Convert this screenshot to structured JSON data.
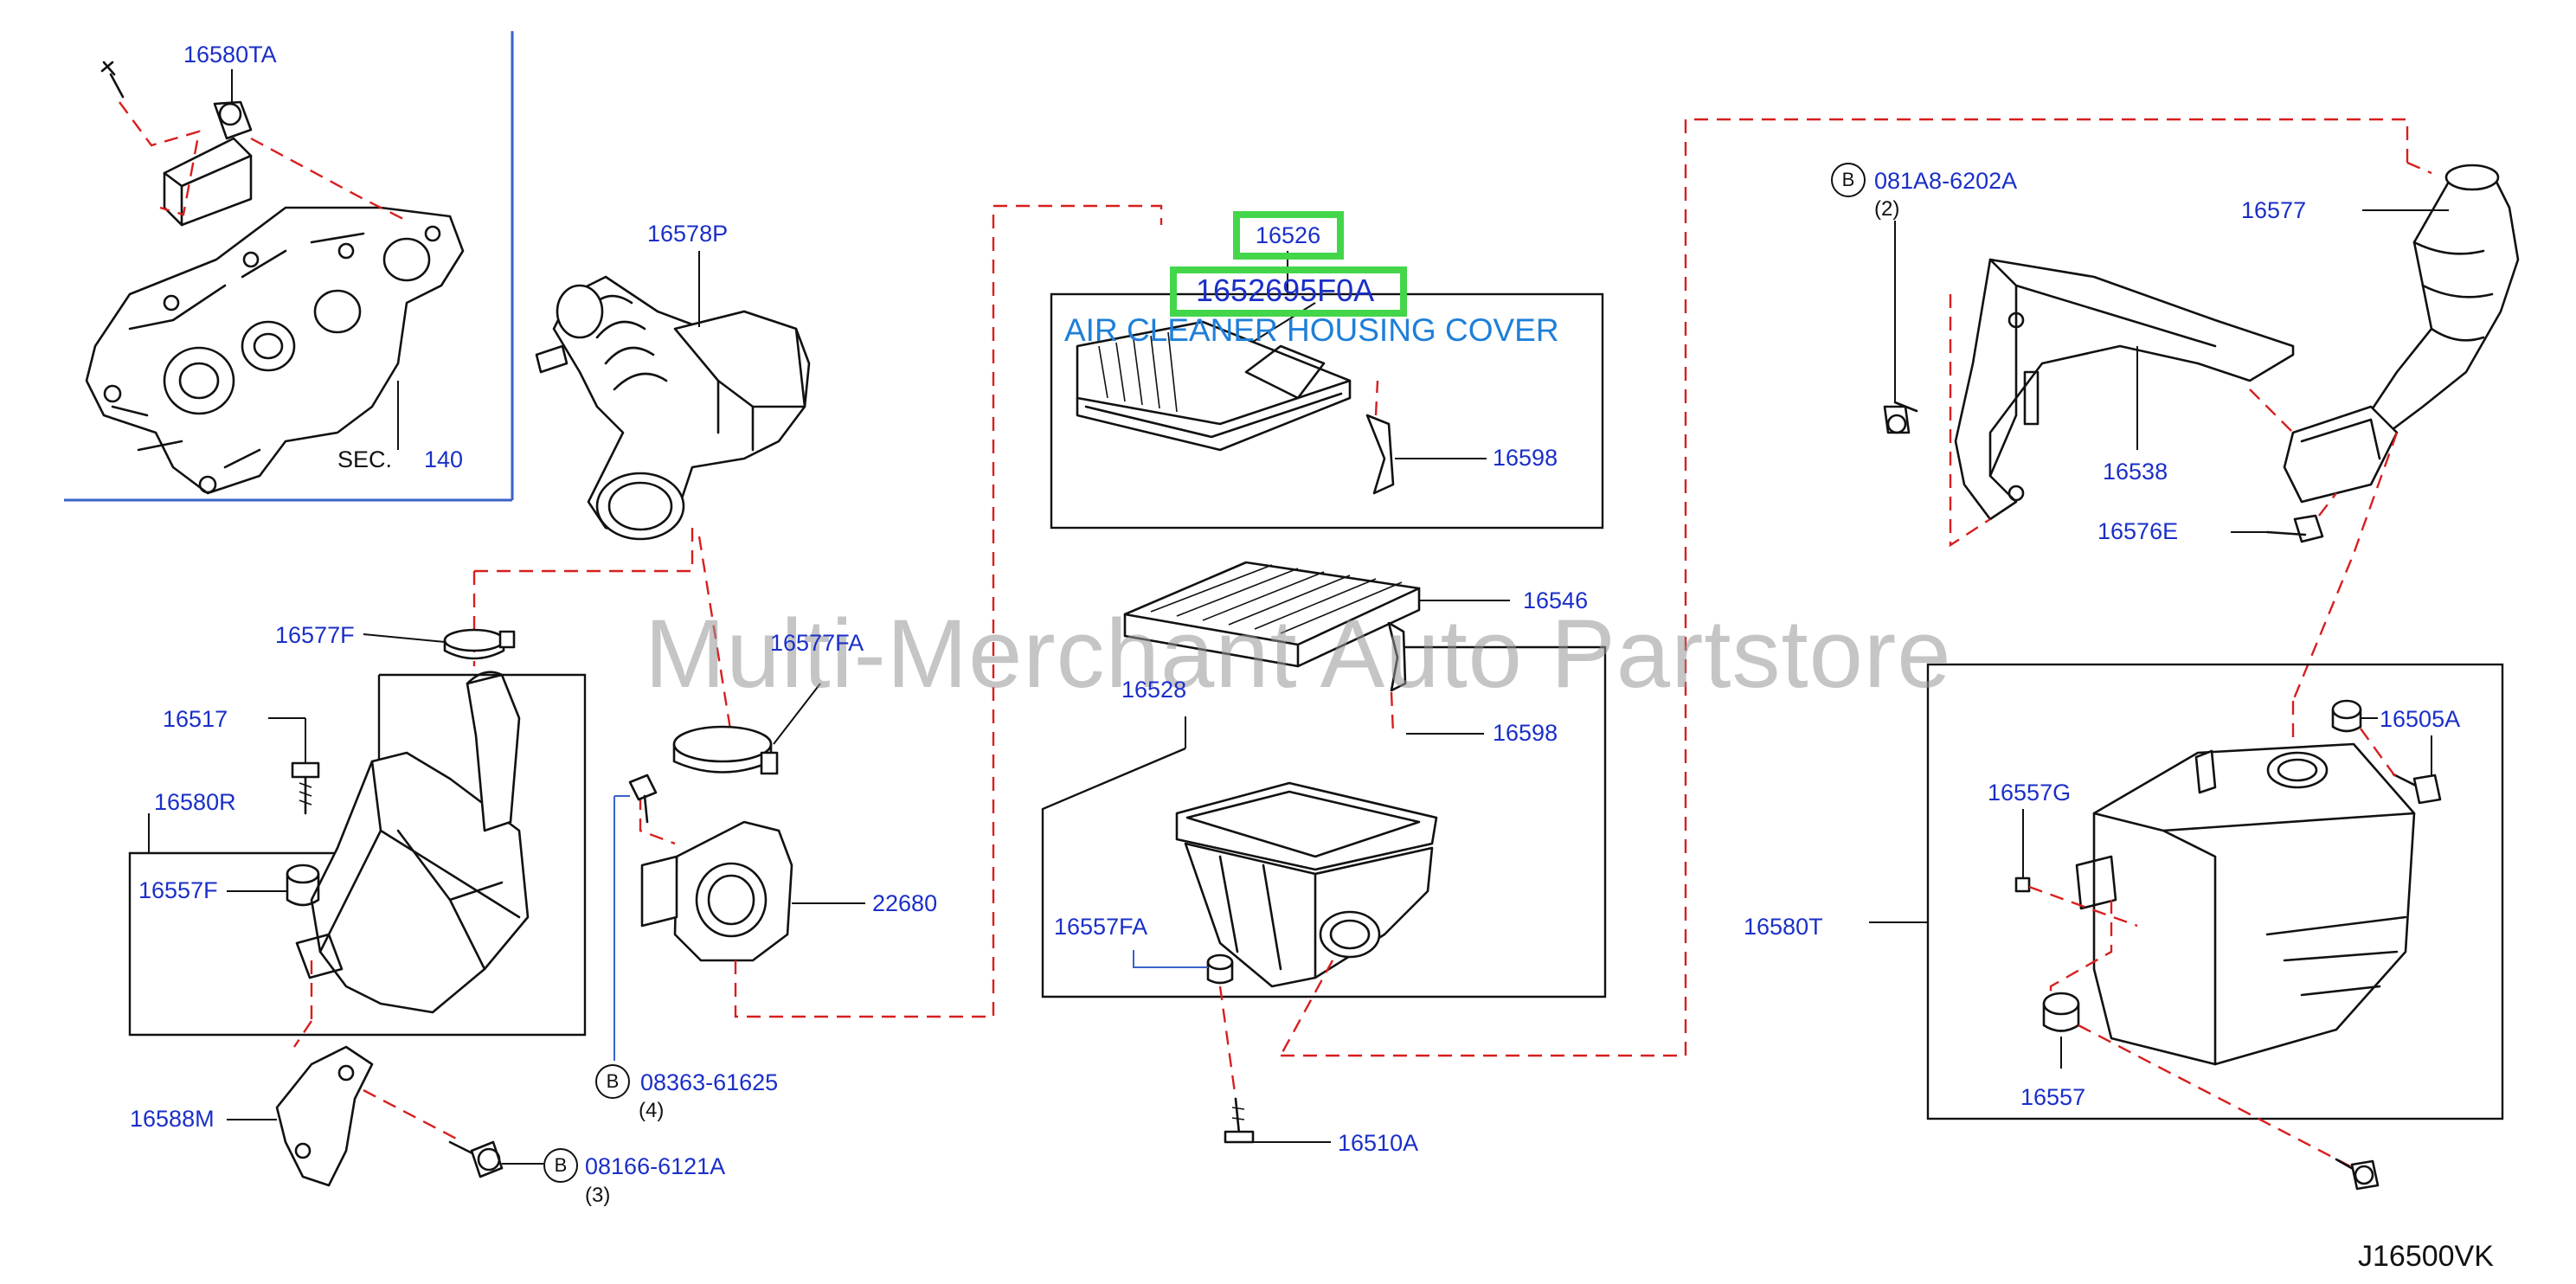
{
  "parts": {
    "p16580TA": "16580TA",
    "p16578P": "16578P",
    "sec_text": "SEC.",
    "sec_number": "140",
    "p16577F": "16577F",
    "p16517": "16517",
    "p16580R": "16580R",
    "p16557F": "16557F",
    "p16588M": "16588M",
    "p16577FA": "16577FA",
    "p22680": "22680",
    "p16526": "16526",
    "p16526_alt": "1652695F0A",
    "p16598_top": "16598",
    "p16546": "16546",
    "p16528": "16528",
    "p16598_mid": "16598",
    "p16557FA": "16557FA",
    "p16510A": "16510A",
    "p081A8": "081A8-6202A",
    "p16577": "16577",
    "p16538": "16538",
    "p16576E": "16576E",
    "p16505A": "16505A",
    "p16557G": "16557G",
    "p16580T": "16580T",
    "p16557": "16557",
    "p08363": "08363-61625",
    "p08166": "08166-6121A"
  },
  "quantities": {
    "q081A8": "(2)",
    "q08363": "(4)",
    "q08166": "(3)"
  },
  "bolt_marker": "B",
  "caption": "AIR CLEANER HOUSING COVER",
  "diagram_code": "J16500VK",
  "watermark": "Multi-Merchant Auto Partstore",
  "colors": {
    "label_blue": "#1a2fc8",
    "leader_red": "#d81e1e",
    "highlight_green": "#44d64a",
    "caption_blue": "#1e7fd8",
    "frame_blue": "#3a62c8"
  }
}
